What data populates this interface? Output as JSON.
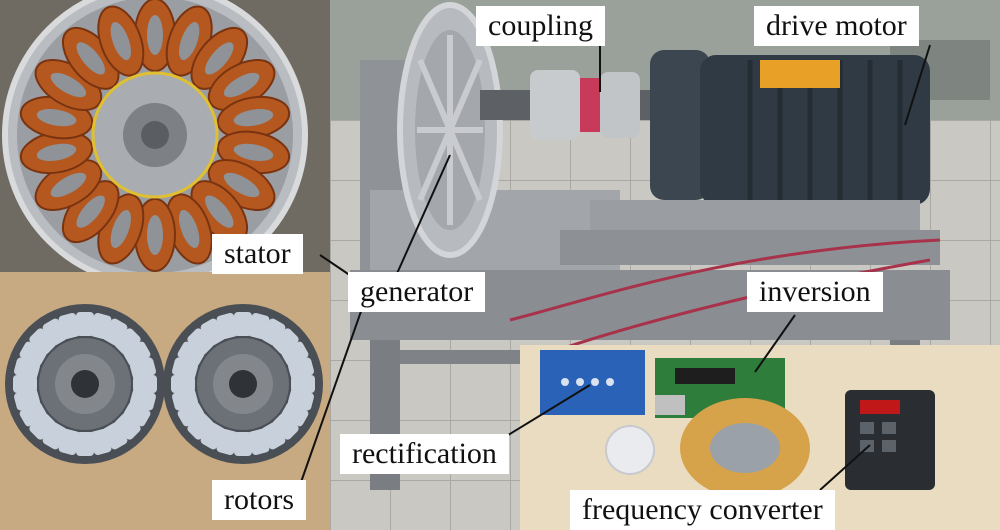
{
  "labels": {
    "coupling": "coupling",
    "drive_motor": "drive motor",
    "stator": "stator",
    "generator": "generator",
    "inversion": "inversion",
    "rectification": "rectification",
    "rotors": "rotors",
    "frequency_converter": "frequency converter"
  },
  "colors": {
    "label_background": "#ffffff",
    "copper_coil": "#b5581f",
    "steel_grey": "#8e9196",
    "motor_body": "#2f3a44",
    "circuit_blue": "#2a62b8",
    "circuit_green": "#2f7d3a",
    "floor_tile": "#c9c8c2",
    "leader_line": "#111111"
  }
}
